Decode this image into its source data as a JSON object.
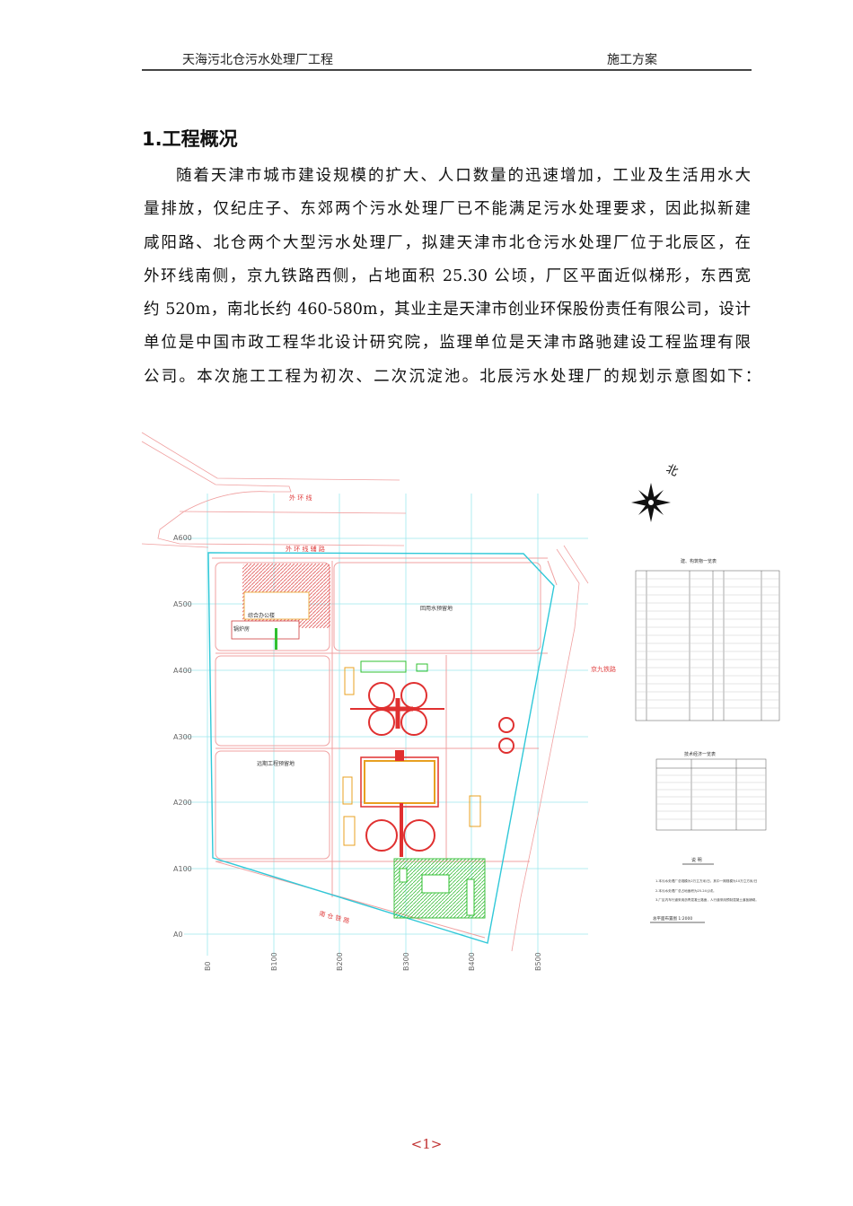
{
  "header": {
    "left": "天海污北仓污水处理厂工程",
    "right": "施工方案"
  },
  "section_title": "1.工程概况",
  "paragraph_lines": [
    "随着天津市城市建设规模的扩大、人口数量的迅速增加，工业及生活用水大",
    "量排放，仅纪庄子、东郊两个污水处理厂已不能满足污水处理要求，因此拟新建",
    "咸阳路、北仓两个大型污水处理厂，拟建天津市北仓污水处理厂位于北辰区，在",
    "外环线南侧，京九铁路西侧，占地面积 25.30 公顷，厂区平面近似梯形，东西宽",
    "约 520m，南北长约 460-580m，其业主是天津市创业环保股份责任有限公司，设计",
    "单位是中国市政工程华北设计研究院，监理单位是天津市路驰建设工程监理有限",
    "公司。本次施工工程为初次、二次沉淀池。北辰污水处理厂的规划示意图如下："
  ],
  "plan": {
    "grid_rows": [
      "A600",
      "A500",
      "A400",
      "A300",
      "A200",
      "A100",
      "A0"
    ],
    "grid_cols": [
      "B0",
      "B100",
      "B200",
      "B300",
      "B400",
      "B500"
    ],
    "labels": {
      "outer_ring": "外  环  线",
      "outer_ring_side": "外  环  线  辅  路",
      "reclaimed_water": "回用水预留地",
      "future_reserve": "远期工程预留地",
      "office": "综合办公楼",
      "boiler": "锅炉房",
      "south_road": "南  仓  铁  路",
      "railway": "京九铁路",
      "north": "北",
      "building_table_title": "建、构筑物一览表",
      "tech_table_title": "技术经济一览表",
      "notes_title": "说  明",
      "drawing_title": "总平面布置图    1:2000",
      "notes": [
        "1.本污水处理厂总规模为2万立方米/日，其中一期规模为10万立方米/日",
        "2.本污水处理厂总占地面积为25.24公顷。",
        "3.厂区内车行道采用沥青混凝土路面，人行道采用预制混凝土道板铺砌。"
      ]
    }
  },
  "page_number": "<1>"
}
